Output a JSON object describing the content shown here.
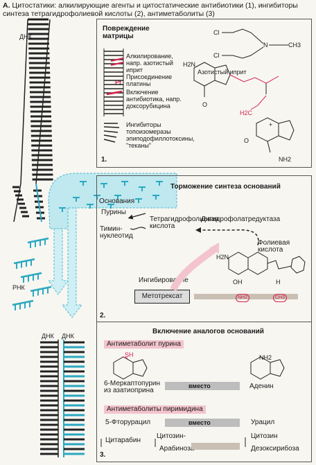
{
  "title": {
    "letter": "A.",
    "text": "Цитостатики: алкилирующие агенты и цитостатические антибиотики (1), ингибиторы синтеза тетрагидрофолиевой кислоты (2), антиметаболиты (3)"
  },
  "left": {
    "dna_top": "ДНК",
    "rna": "РНК",
    "dna_left": "ДНК",
    "dna_right": "ДНК",
    "bases": "Основания"
  },
  "panel1": {
    "number": "1.",
    "heading": "Повреждение матрицы",
    "labels": [
      "Алкилирование, напр. азотистый иприт",
      "Присоединение платины",
      "Включение антибиотика, напр. доксорубицина",
      "Ингибиторы топоизомеразы эпиподофиллотоксины, \"теканы\""
    ],
    "pt_label": "Pt",
    "drug_name": "Азотистый иприт",
    "atoms": {
      "cl1": "Cl",
      "cl2": "Cl",
      "n": "N",
      "ch3": "CH3",
      "h2n": "H2N",
      "nh2": "NH2",
      "o": "O",
      "h2c": "H2C",
      "plus": "+"
    }
  },
  "panel2": {
    "number": "2.",
    "heading": "Торможение синтеза оснований",
    "purines": "Пурины",
    "thymine": "Тимин-нуклеотид",
    "thf": "Тетрагидрофолиевая кислота",
    "dhfr": "Дигидрофолатредуктаза",
    "folic": "Фолиевая кислота",
    "inhib": "Ингибирование",
    "mtx": "Метотрексат",
    "nh2": "NH2",
    "ch3": "CH3",
    "oh": "OH",
    "h": "H",
    "h2n": "H2N"
  },
  "panel3": {
    "number": "3.",
    "heading": "Включение аналогов оснований",
    "purine_label": "Антиметаболит пурина",
    "mp": "6-Меркаптопурин из азатиоприна",
    "instead1": "вместо",
    "adenine": "Аденин",
    "pyr_label": "Антиметаболиты пиримидина",
    "fu": "5-Фторурацил",
    "instead2": "вместо",
    "uracil": "Урацил",
    "cytarabine": "Цитарабин",
    "cytosine_ara_1": "Цитозин-",
    "cytosine_ara_2": "Арабиноза",
    "cytosine_deoxy_1": "Цитозин",
    "cytosine_deoxy_2": "Дезоксирибоза",
    "sh": "SH",
    "nh2": "NH2"
  }
}
